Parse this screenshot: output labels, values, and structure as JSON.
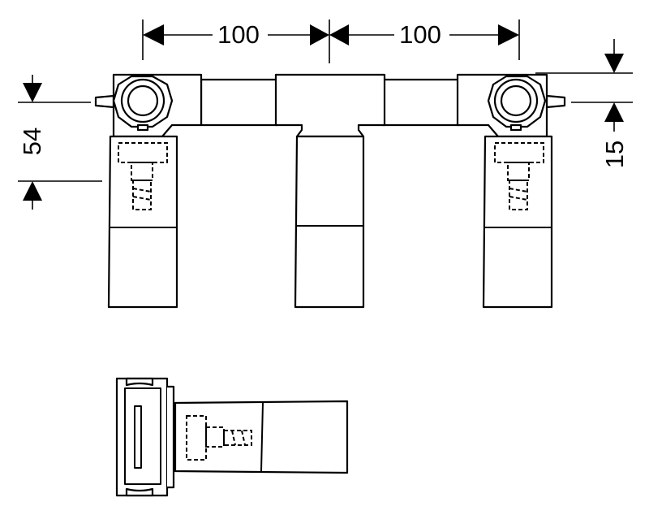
{
  "dimensions": {
    "spacing_left": "100",
    "spacing_right": "100",
    "height_left": "54",
    "offset_right": "15"
  }
}
